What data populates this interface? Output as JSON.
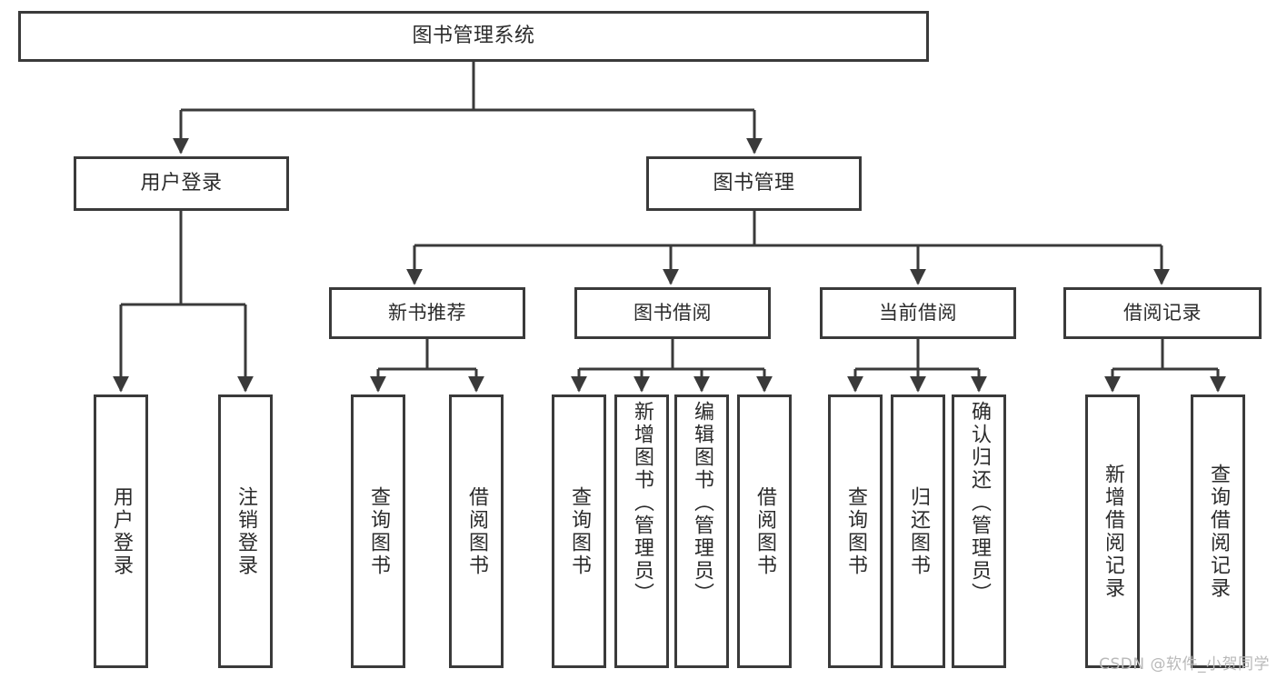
{
  "diagram": {
    "title": "图书管理系统",
    "type": "tree-hierarchy-chart",
    "background_color": "#ffffff",
    "line_color": "#3a3a3a",
    "text_color": "#2b2b2b"
  },
  "nodes": {
    "root": {
      "label": "图书管理系统"
    },
    "level1": [
      {
        "label": "用户登录"
      },
      {
        "label": "图书管理"
      }
    ],
    "level2": [
      {
        "label": "新书推荐"
      },
      {
        "label": "图书借阅"
      },
      {
        "label": "当前借阅"
      },
      {
        "label": "借阅记录"
      }
    ],
    "leaves": {
      "user_login": [
        {
          "label": "用户登录"
        },
        {
          "label": "注销登录"
        }
      ],
      "new_book": [
        {
          "label": "查询图书"
        },
        {
          "label": "借阅图书"
        }
      ],
      "book_borrow": [
        {
          "label": "查询图书"
        },
        {
          "label": "新增图书（管理员）"
        },
        {
          "label": "编辑图书（管理员）"
        },
        {
          "label": "借阅图书"
        }
      ],
      "current_borrow": [
        {
          "label": "查询图书"
        },
        {
          "label": "归还图书"
        },
        {
          "label": "确认归还（管理员）"
        }
      ],
      "borrow_record": [
        {
          "label": "新增借阅记录"
        },
        {
          "label": "查询借阅记录"
        }
      ]
    }
  },
  "watermark": {
    "text": "CSDN @软件_小贺同学"
  }
}
